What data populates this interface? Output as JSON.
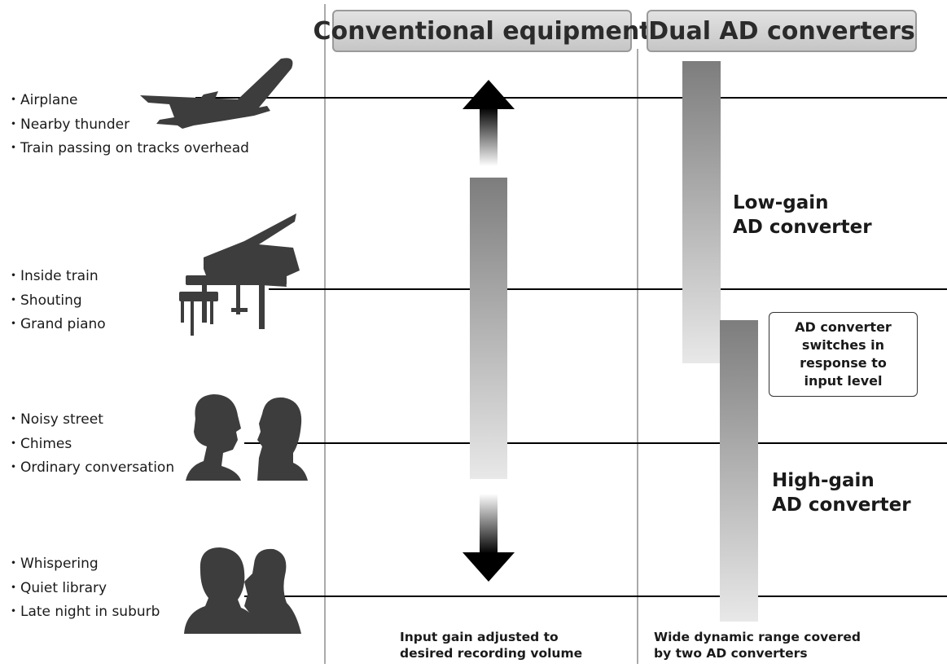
{
  "headers": {
    "conventional": "Conventional equipment",
    "dual": "Dual AD converters"
  },
  "levels": [
    {
      "items": [
        "Airplane",
        "Nearby thunder",
        "Train passing on tracks overhead"
      ],
      "icon": "airplane-icon"
    },
    {
      "items": [
        "Inside train",
        "Shouting",
        "Grand piano"
      ],
      "icon": "grand-piano-icon"
    },
    {
      "items": [
        "Noisy street",
        "Chimes",
        "Ordinary conversation"
      ],
      "icon": "conversation-silhouettes-icon"
    },
    {
      "items": [
        "Whispering",
        "Quiet library",
        "Late night in suburb"
      ],
      "icon": "whispering-silhouettes-icon"
    }
  ],
  "labels": {
    "low_gain": [
      "Low-gain",
      "AD converter"
    ],
    "high_gain": [
      "High-gain",
      "AD converter"
    ],
    "switch_note": [
      "AD converter",
      "switches in",
      "response to",
      "input level"
    ]
  },
  "captions": {
    "conventional": [
      "Input gain adjusted to",
      "desired recording volume"
    ],
    "dual": [
      "Wide dynamic range covered",
      "by two AD converters"
    ]
  },
  "colors": {
    "gain_bar_top": "#7d7d7d",
    "gain_bar_bottom": "#e8e8e8",
    "silhouette": "#3d3d3d",
    "header_fill": "#d0d0d0"
  }
}
